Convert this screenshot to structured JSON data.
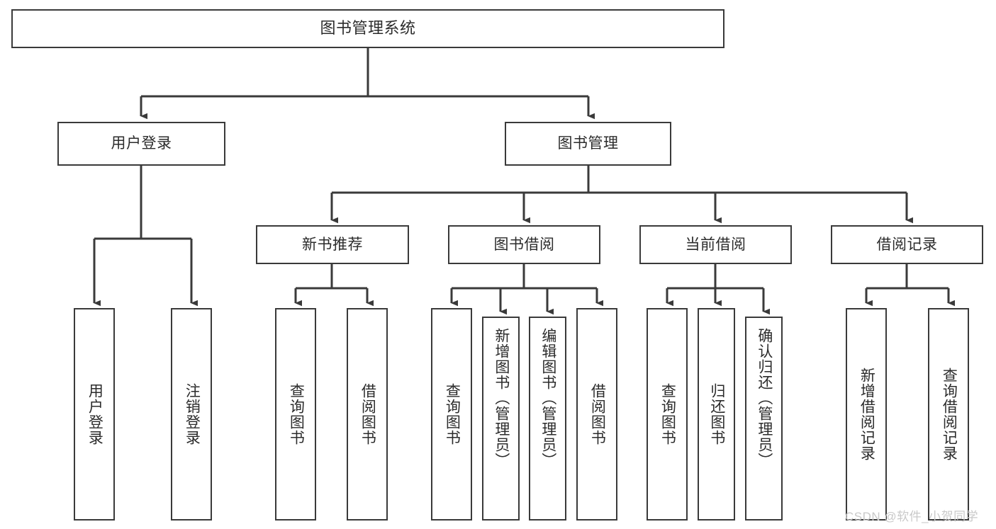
{
  "diagram": {
    "title": "图书管理系统",
    "type": "hierarchy-tree",
    "background_color": "#ffffff",
    "line_color": "#3a3a3a",
    "text_color": "#2b2b2b"
  },
  "nodes": {
    "root": {
      "label": "图书管理系统"
    },
    "level2": [
      {
        "id": "user-login",
        "label": "用户登录"
      },
      {
        "id": "book-management",
        "label": "图书管理"
      }
    ],
    "level3": [
      {
        "id": "new-book-recommend",
        "label": "新书推荐"
      },
      {
        "id": "book-borrow",
        "label": "图书借阅"
      },
      {
        "id": "current-borrow",
        "label": "当前借阅"
      },
      {
        "id": "borrow-record",
        "label": "借阅记录"
      }
    ],
    "leaves": {
      "user_login": [
        {
          "id": "leaf-user-login",
          "label": "用户登录"
        },
        {
          "id": "leaf-user-logout",
          "label": "注销登录"
        }
      ],
      "new_book_recommend": [
        {
          "id": "leaf-query-book-1",
          "label": "查询图书"
        },
        {
          "id": "leaf-borrow-book-1",
          "label": "借阅图书"
        }
      ],
      "book_borrow": [
        {
          "id": "leaf-query-book-2",
          "label": "查询图书"
        },
        {
          "id": "leaf-add-book",
          "label": "新增图书（管理员）"
        },
        {
          "id": "leaf-edit-book",
          "label": "编辑图书（管理员）"
        },
        {
          "id": "leaf-borrow-book-2",
          "label": "借阅图书"
        }
      ],
      "current_borrow": [
        {
          "id": "leaf-query-book-3",
          "label": "查询图书"
        },
        {
          "id": "leaf-return-book",
          "label": "归还图书"
        },
        {
          "id": "leaf-confirm-return",
          "label": "确认归还（管理员）"
        }
      ],
      "borrow_record": [
        {
          "id": "leaf-add-record",
          "label": "新增借阅记录"
        },
        {
          "id": "leaf-query-record",
          "label": "查询借阅记录"
        }
      ]
    }
  },
  "watermark": {
    "text": "CSDN @软件_小贺同学"
  }
}
